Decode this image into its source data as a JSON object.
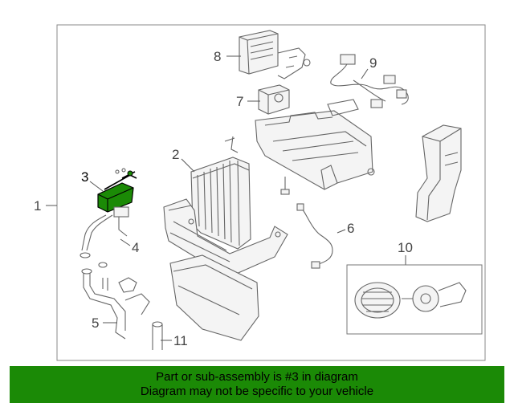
{
  "diagram": {
    "assembly_callout": "1",
    "parts": [
      {
        "id": "part-2",
        "label": "2"
      },
      {
        "id": "part-3",
        "label": "3"
      },
      {
        "id": "part-4",
        "label": "4"
      },
      {
        "id": "part-5",
        "label": "5"
      },
      {
        "id": "part-6",
        "label": "6"
      },
      {
        "id": "part-7",
        "label": "7"
      },
      {
        "id": "part-8",
        "label": "8"
      },
      {
        "id": "part-9",
        "label": "9"
      },
      {
        "id": "part-10",
        "label": "10"
      },
      {
        "id": "part-11",
        "label": "11"
      }
    ],
    "highlighted_part": "3",
    "highlight_color": "#1b8a06"
  },
  "footer": {
    "line1": "Part or sub-assembly is #3 in diagram",
    "line2": "Diagram may not be specific to your vehicle",
    "background_color": "#1b8a06"
  }
}
